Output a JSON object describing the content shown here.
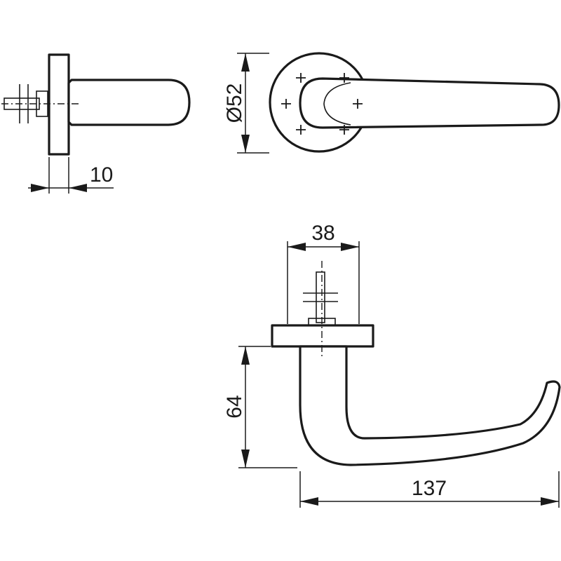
{
  "dimensions": {
    "rose_thickness": "10",
    "rose_diameter": "Ø52",
    "spindle_width": "38",
    "lever_height": "64",
    "lever_length": "137"
  },
  "colors": {
    "line": "#1a1a1a",
    "background": "#ffffff"
  }
}
